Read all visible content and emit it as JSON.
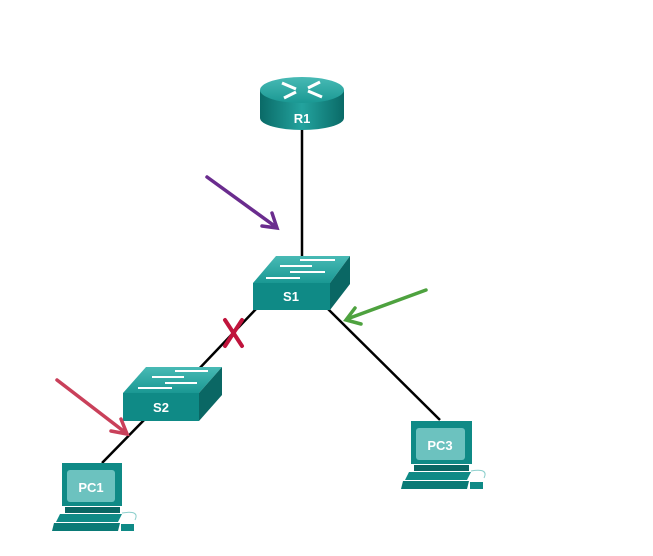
{
  "devices": {
    "router": {
      "label": "R1"
    },
    "switch1": {
      "label": "S1"
    },
    "switch2": {
      "label": "S2"
    },
    "pc1": {
      "label": "PC1"
    },
    "pc3": {
      "label": "PC3"
    }
  },
  "colors": {
    "device": "#0f8a86",
    "device_dark": "#0a6764",
    "device_light": "#3fb2ad",
    "link": "#000000",
    "arrow_purple": "#6a2c8e",
    "arrow_green": "#4ea23f",
    "arrow_red": "#c9405a",
    "failed_link_x": "#c0143c"
  }
}
